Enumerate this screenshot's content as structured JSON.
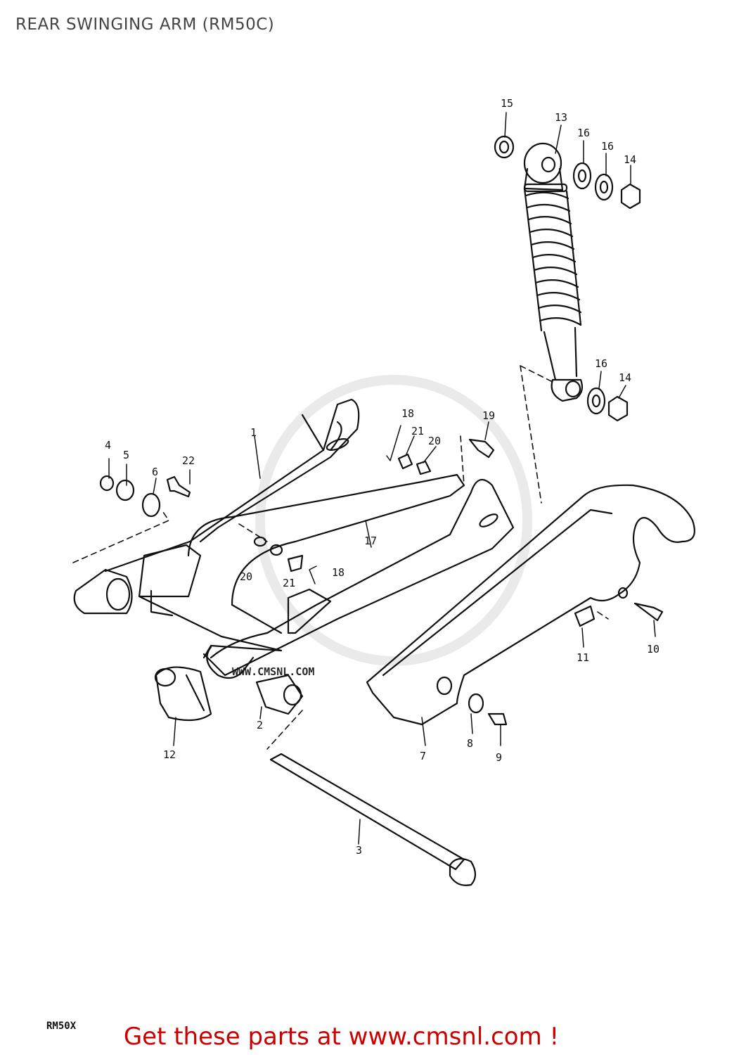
{
  "title": "REAR SWINGING ARM (RM50C)",
  "model_code": "RM50X",
  "footer_cta": "Get these parts at www.cmsnl.com !",
  "watermark": "WWW.CMSNL.COM",
  "colors": {
    "accent": "#cc0000",
    "line": "#111111",
    "watermark": "#e4e4e4"
  },
  "callouts": {
    "c1": "1",
    "c2": "2",
    "c3": "3",
    "c4": "4",
    "c5": "5",
    "c6": "6",
    "c7": "7",
    "c8": "8",
    "c9": "9",
    "c10": "10",
    "c11": "11",
    "c12": "12",
    "c13": "13",
    "c14a": "14",
    "c14b": "14",
    "c15": "15",
    "c16a": "16",
    "c16b": "16",
    "c16c": "16",
    "c17": "17",
    "c18a": "18",
    "c18b": "18",
    "c19": "19",
    "c20a": "20",
    "c20b": "20",
    "c21a": "21",
    "c21b": "21",
    "c22": "22"
  }
}
